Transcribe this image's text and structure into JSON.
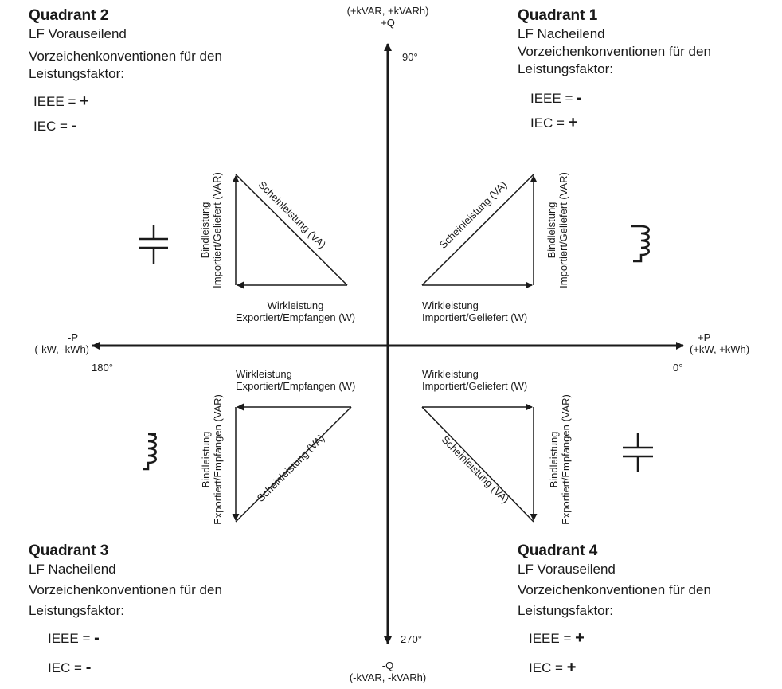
{
  "axes": {
    "pos_q": {
      "line1": "(+kVAR, +kVARh)",
      "line2": "+Q"
    },
    "neg_q": {
      "line1": "-Q",
      "line2": "(-kVAR, -kVARh)"
    },
    "pos_p": {
      "line1": "+P",
      "line2": "(+kW, +kWh)"
    },
    "neg_p": {
      "line1": "-P",
      "line2": "(-kW, -kWh)"
    },
    "deg_90": "90°",
    "deg_0": "0°",
    "deg_180": "180°",
    "deg_270": "270°"
  },
  "quadrants": {
    "q1": {
      "title": "Quadrant 1",
      "pf": "LF Nacheilend",
      "conv1": "Vorzeichenkonventionen für den",
      "conv2": "Leistungsfaktor:",
      "ieee_label": "IEEE = ",
      "ieee_sign": "-",
      "iec_label": "IEC = ",
      "iec_sign": "+"
    },
    "q2": {
      "title": "Quadrant 2",
      "pf": "LF Vorauseilend",
      "conv1": "Vorzeichenkonventionen für den",
      "conv2": "Leistungsfaktor:",
      "ieee_label": "IEEE = ",
      "ieee_sign": "+",
      "iec_label": "IEC = ",
      "iec_sign": "-"
    },
    "q3": {
      "title": "Quadrant 3",
      "pf": "LF Nacheilend",
      "conv1": "Vorzeichenkonventionen für den",
      "conv2": "Leistungsfaktor:",
      "ieee_label": "IEEE = ",
      "ieee_sign": "-",
      "iec_label": "IEC = ",
      "iec_sign": "-"
    },
    "q4": {
      "title": "Quadrant 4",
      "pf": "LF Vorauseilend",
      "conv1": "Vorzeichenkonventionen für den",
      "conv2": "Leistungsfaktor:",
      "ieee_label": "IEEE = ",
      "ieee_sign": "+",
      "iec_label": "IEC = ",
      "iec_sign": "+"
    }
  },
  "triangles": {
    "q1": {
      "real_1": "Wirkleistung",
      "real_2": "Importiert/Geliefert (W)",
      "reactive_1": "Bindleistung",
      "reactive_2": "Importiert/Geliefert (VAR)",
      "apparent": "Scheinleistung (VA)"
    },
    "q2": {
      "real_1": "Wirkleistung",
      "real_2": "Exportiert/Empfangen (W)",
      "reactive_1": "Bindleistung",
      "reactive_2": "Importiert/Geliefert (VAR)",
      "apparent": "Scheinleistung (VA)"
    },
    "q3": {
      "real_1": "Wirkleistung",
      "real_2": "Exportiert/Empfangen (W)",
      "reactive_1": "Bindleistung",
      "reactive_2": "Exportiert/Empfangen (VAR)",
      "apparent": "Scheinleistung (VA)"
    },
    "q4": {
      "real_1": "Wirkleistung",
      "real_2": "Importiert/Geliefert (W)",
      "reactive_1": "Bindleistung",
      "reactive_2": "Exportiert/Empfangen (VAR)",
      "apparent": "Scheinleistung (VA)"
    }
  },
  "icons": {
    "q1": "inductor-icon",
    "q2": "capacitor-icon",
    "q3": "inductor-icon",
    "q4": "capacitor-icon"
  }
}
